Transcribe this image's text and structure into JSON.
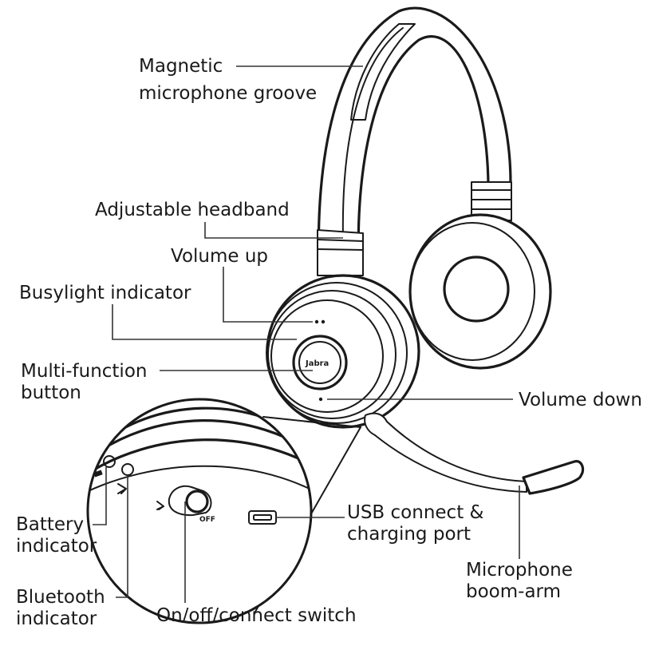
{
  "labels": {
    "mic_groove": [
      "Magnetic",
      "microphone groove"
    ],
    "headband": "Adjustable headband",
    "volume_up": "Volume up",
    "busylight": "Busylight indicator",
    "multi_function": [
      "Multi-function",
      "button"
    ],
    "volume_down": "Volume down",
    "battery": [
      "Battery",
      "indicator"
    ],
    "bluetooth": [
      "Bluetooth",
      "indicator"
    ],
    "usb": [
      "USB connect &",
      "charging port"
    ],
    "boom_arm": [
      "Microphone",
      "boom-arm"
    ],
    "switch": "On/off/connect switch"
  },
  "device": {
    "logo": "Jabra",
    "switch_off": "OFF"
  },
  "icons": [
    "battery-icon",
    "bluetooth-icon",
    "usb-port-icon"
  ]
}
